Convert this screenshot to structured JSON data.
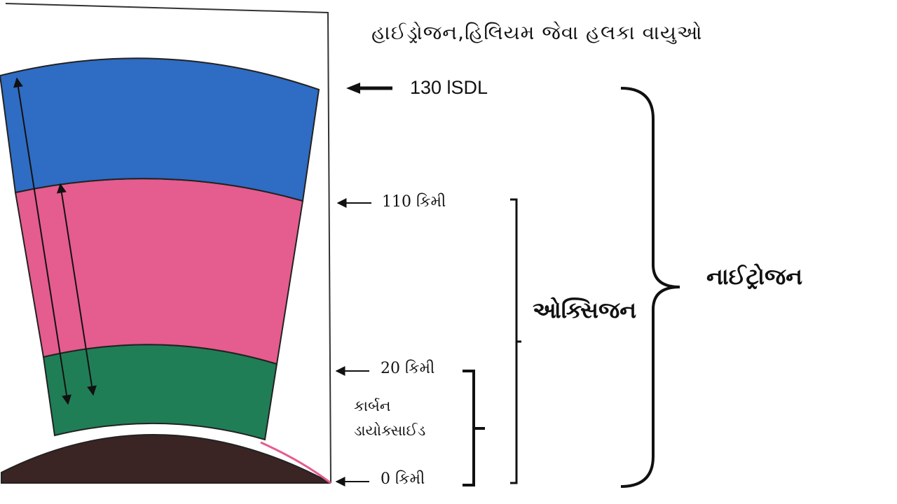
{
  "title": "હાઈડ્રોજન,હિલિયમ જેવા હલકા વાયુઓ",
  "altitudes": {
    "top": "130 lSDL",
    "km110": "110 કિમી",
    "km20": "20 કિમી",
    "km0": "0 કિમી"
  },
  "gases": {
    "oxygen": "ઓક્સિજન",
    "nitrogen": "નાઈટ્રોજન",
    "co2_line1": "કાર્બન",
    "co2_line2": "ડાયોક્સાઈડ"
  },
  "colors": {
    "upper_layer": "#2f6cc3",
    "middle_layer": "#e55c8e",
    "lower_layer": "#207e56",
    "ground": "#3b2424"
  }
}
